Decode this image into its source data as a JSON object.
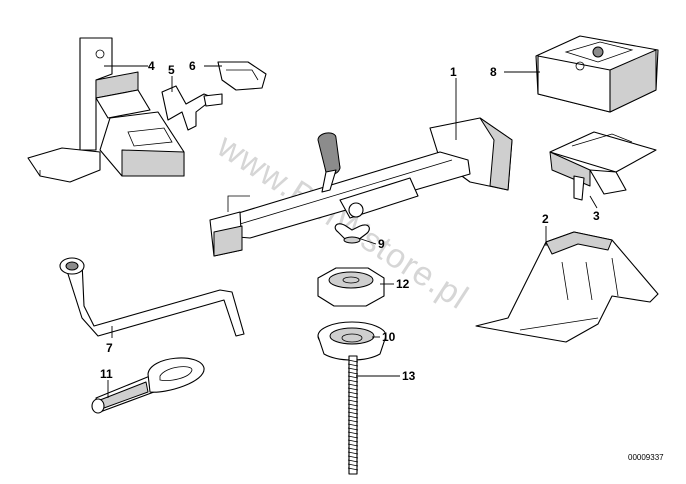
{
  "diagram": {
    "watermark": "www.BMWstore.pl",
    "doc_number": "00009337",
    "callouts": [
      "1",
      "2",
      "3",
      "4",
      "5",
      "6",
      "7",
      "8",
      "9",
      "10",
      "11",
      "12",
      "13"
    ]
  }
}
